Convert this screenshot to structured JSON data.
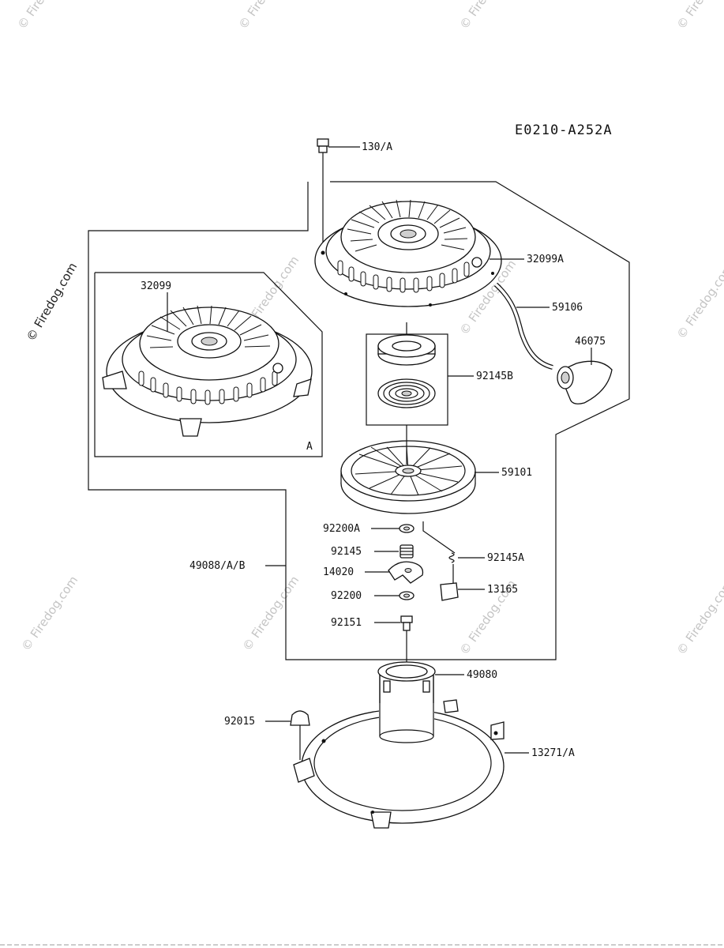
{
  "diagram_code": "E0210-A252A",
  "watermark": "© Firedog.com",
  "inset_box_letter": "A",
  "parts": {
    "p130": "130/A",
    "p32099A": "32099A",
    "p32099": "32099",
    "p59106": "59106",
    "p46075": "46075",
    "p92145B": "92145B",
    "p59101": "59101",
    "p92200A": "92200A",
    "p92145": "92145",
    "p92145A": "92145A",
    "p14020": "14020",
    "p49088": "49088/A/B",
    "p13165": "13165",
    "p92200": "92200",
    "p92151": "92151",
    "p49080": "49080",
    "p92015": "92015",
    "p13271": "13271/A"
  }
}
